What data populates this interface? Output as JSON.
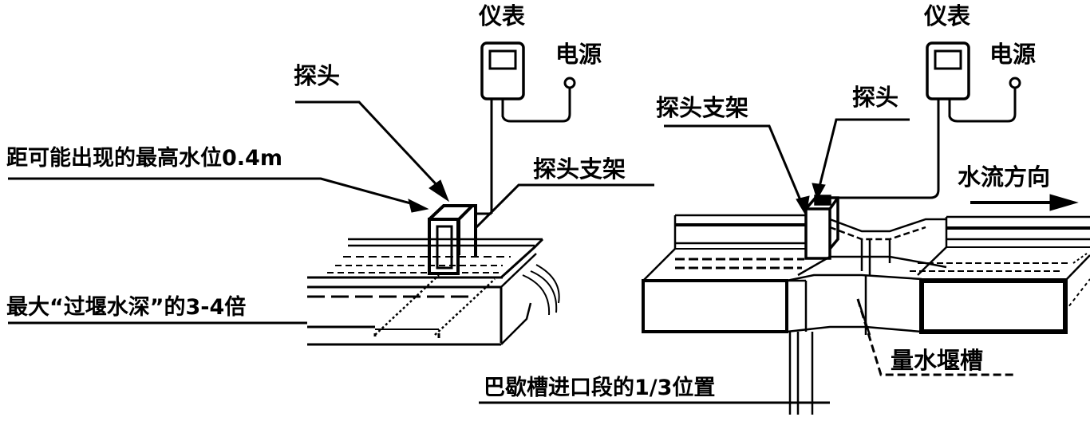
{
  "left_diagram": {
    "instrument": "仪表",
    "power": "电源",
    "probe": "探头",
    "probe_bracket": "探头支架",
    "distance_note": "距可能出现的最高水位0.4m",
    "depth_note": "最大“过堰水深”的3-4倍"
  },
  "right_diagram": {
    "instrument": "仪表",
    "power": "电源",
    "probe_bracket": "探头支架",
    "probe": "探头",
    "flow_direction": "水流方向",
    "weir": "量水堰槽",
    "position_note": "巴歇槽进口段的1/3位置"
  }
}
